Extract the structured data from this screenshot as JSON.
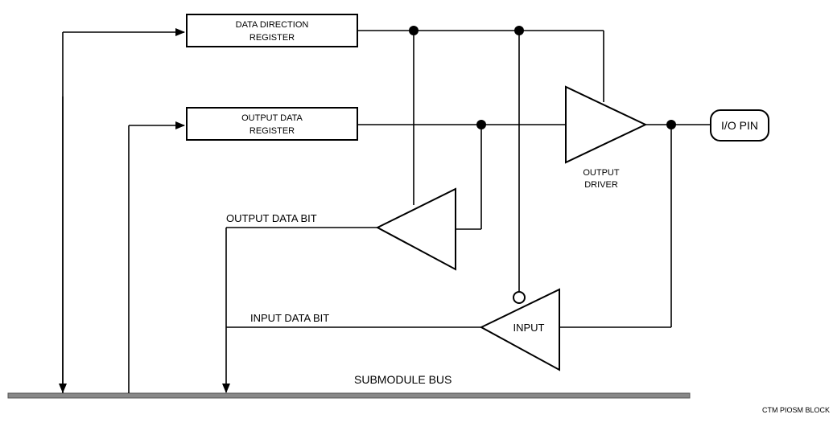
{
  "diagram": {
    "ddr_line1": "DATA DIRECTION",
    "ddr_line2": "REGISTER",
    "odr_line1": "OUTPUT DATA",
    "odr_line2": "REGISTER",
    "output_driver_line1": "OUTPUT",
    "output_driver_line2": "DRIVER",
    "io_pin": "I/O PIN",
    "output_data_bit": "OUTPUT DATA BIT",
    "input_data_bit": "INPUT DATA BIT",
    "input_buffer": "INPUT",
    "submodule_bus": "SUBMODULE BUS",
    "caption": "CTM PIOSM BLOCK"
  }
}
